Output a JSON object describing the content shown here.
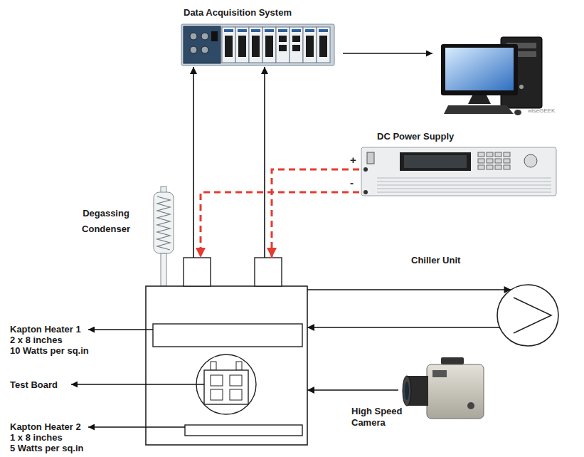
{
  "diagram": {
    "nodes": [
      {
        "text": [
          "Data Acquisition System"
        ]
      },
      {
        "text": [
          "DC Power Supply"
        ]
      },
      {
        "text": [
          "Degassing Condenser"
        ]
      },
      {
        "text": [
          "Chiller Unit"
        ]
      },
      {
        "text": [
          "Kapton Heater 1 2 x 8 inches 10 Watts per sq.in",
          "Test Board",
          "Kapton Heater 2 1 x 8 inches 5 Watts per sq.in"
        ]
      },
      {
        "text": [
          "High Speed Camera"
        ]
      }
    ],
    "edges": [
      {
        "from": 4,
        "to": 0,
        "arrow": "to"
      },
      {
        "from": 4,
        "to": 0,
        "arrow": "to"
      },
      {
        "from": 1,
        "to": 4,
        "arrow": "to",
        "label": "+"
      },
      {
        "from": 1,
        "to": 4,
        "arrow": "to",
        "label": "-"
      },
      {
        "from": 4,
        "to": 3,
        "arrow": "to"
      },
      {
        "from": 3,
        "to": 4,
        "arrow": "to"
      },
      {
        "from": 5,
        "to": 4,
        "arrow": "to"
      }
    ],
    "labels": [
      "wiseGEEK"
    ]
  }
}
